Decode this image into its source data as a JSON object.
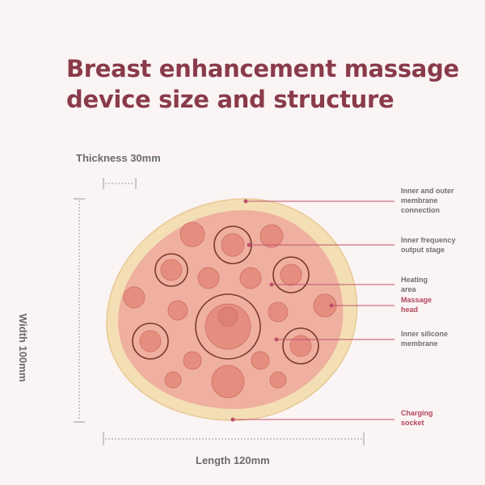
{
  "title": {
    "line1": "Breast enhancement massage",
    "line2": "device size and structure"
  },
  "dimensions": {
    "thickness": "Thickness 30mm",
    "width": "Width 100mm",
    "length": "Length 120mm"
  },
  "callouts": [
    {
      "id": "membrane-connection",
      "lines": [
        "Inner and outer",
        "membrane",
        "connection"
      ]
    },
    {
      "id": "frequency-output",
      "lines": [
        "Inner frequency",
        "output stage"
      ]
    },
    {
      "id": "heating-area",
      "lines": [
        "Heating",
        "area"
      ]
    },
    {
      "id": "massage-head",
      "lines": [
        "Massage",
        "head"
      ]
    },
    {
      "id": "silicone-membrane",
      "lines": [
        "Inner silicone",
        "membrane"
      ]
    },
    {
      "id": "charging-socket",
      "lines": [
        "Charging",
        "socket"
      ]
    }
  ],
  "colors": {
    "title": "#8a3b4a",
    "accent_line": "#c0506a",
    "callout_red": "#b0455a",
    "device_outer": "#f4dfb5",
    "device_inner": "#efb0a0",
    "bump": "#e58e80"
  }
}
